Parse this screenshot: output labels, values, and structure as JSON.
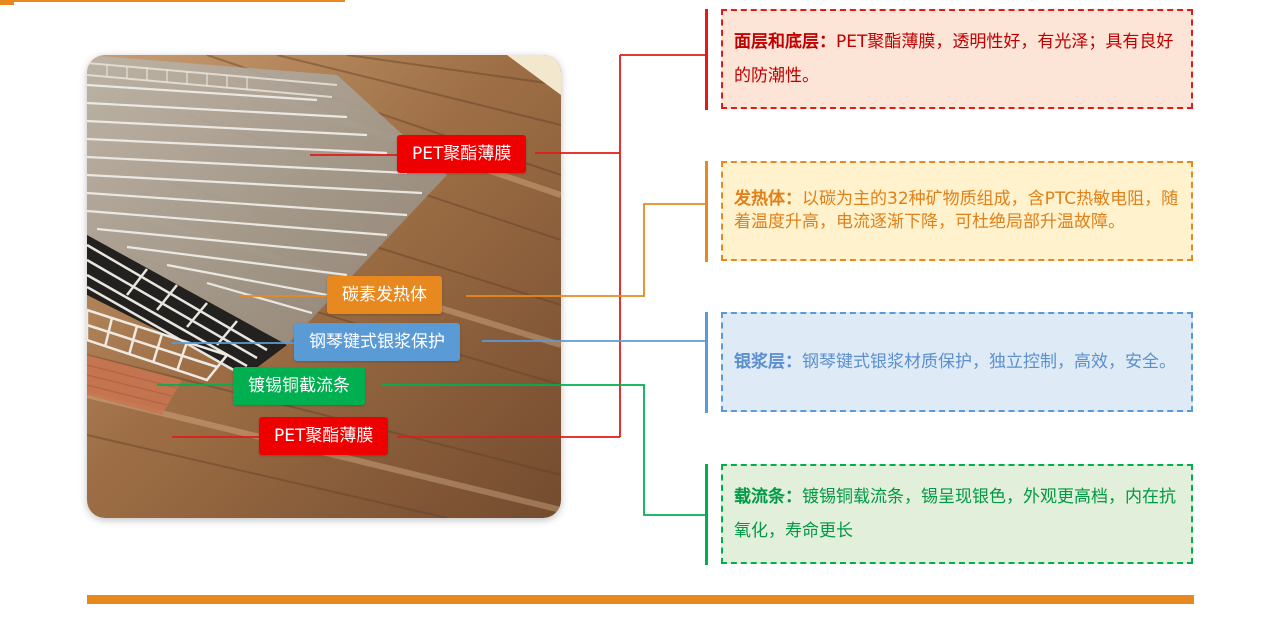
{
  "image_labels": [
    {
      "id": "pet-top",
      "text": "PET聚酯薄膜",
      "color": "#ee0000"
    },
    {
      "id": "carbon",
      "text": "碳素发热体",
      "color": "#e8891f"
    },
    {
      "id": "silver",
      "text": "钢琴键式银浆保护",
      "color": "#5b9bd5"
    },
    {
      "id": "copper",
      "text": "镀锡铜截流条",
      "color": "#00b050"
    },
    {
      "id": "pet-bottom",
      "text": "PET聚酯薄膜",
      "color": "#ee0000"
    }
  ],
  "descriptions": [
    {
      "id": "film-layers",
      "title": "面层和底层：",
      "text": "PET聚酯薄膜，透明性好，有光泽；具有良好的防潮性。",
      "color": "#e31a1a",
      "background": "#fce4d6"
    },
    {
      "id": "heating-element",
      "title": "发热体：",
      "text": "以碳为主的32种矿物质组成，含PTC热敏电阻，随着温度升高，电流逐渐下降，可杜绝局部升温故障。",
      "color": "#e8891f",
      "background": "#fff2cc"
    },
    {
      "id": "silver-layer",
      "title": "银浆层：",
      "text": "钢琴键式银浆材质保护，独立控制，高效，安全。",
      "color": "#5b9bd5",
      "background": "#deebf7"
    },
    {
      "id": "current-strip",
      "title": "载流条：",
      "text": "镀锡铜载流条，锡呈现银色，外观更高档，内在抗氧化，寿命更长",
      "color": "#00b050",
      "background": "#e2efda"
    }
  ],
  "theme": {
    "accent": "#e8891f"
  }
}
